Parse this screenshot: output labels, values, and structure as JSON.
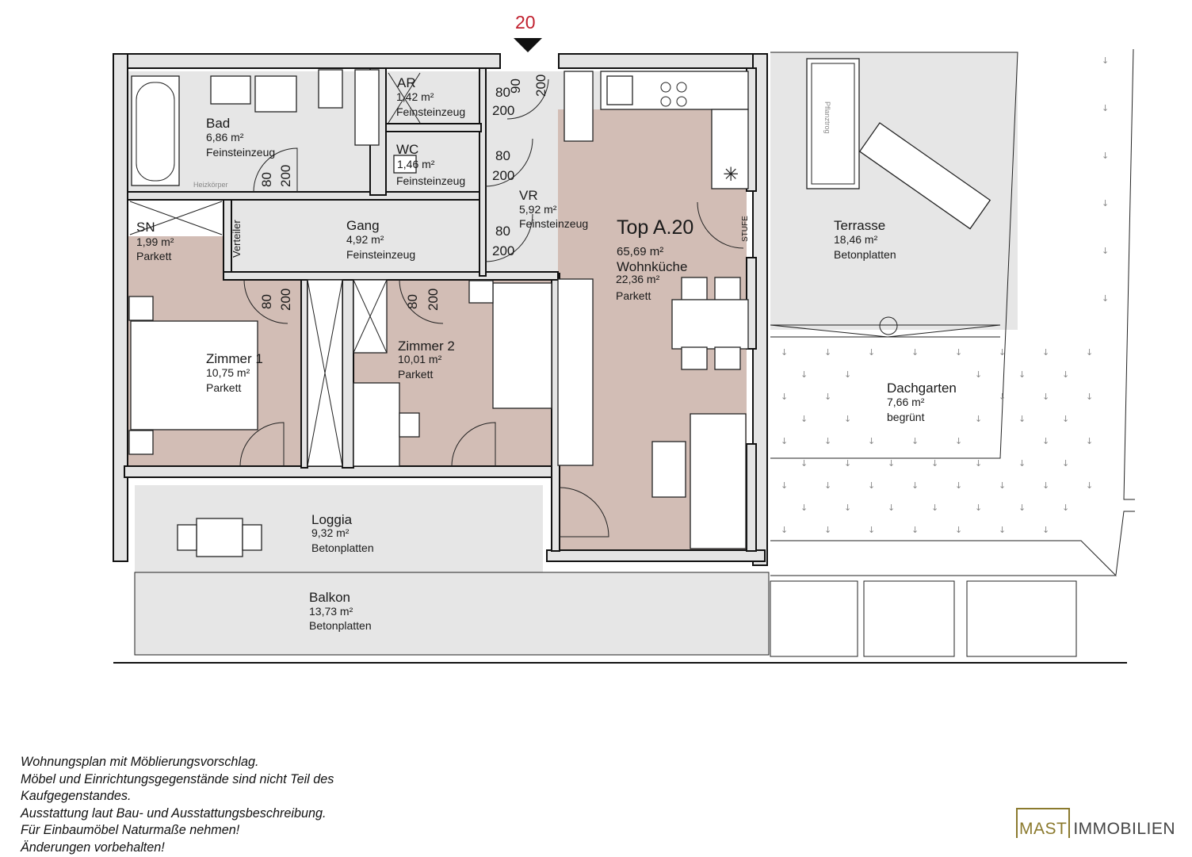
{
  "marker": {
    "number": "20",
    "color": "#c0202e"
  },
  "unit": {
    "title": "Top A.20",
    "total_area": "65,69 m²"
  },
  "rooms": {
    "bad": {
      "name": "Bad",
      "area": "6,86 m²",
      "material": "Feinsteinzeug"
    },
    "ar": {
      "name": "AR",
      "area": "1,42 m²",
      "material": "Feinsteinzeug"
    },
    "wc": {
      "name": "WC",
      "area": "1,46 m²",
      "material": "Feinsteinzeug"
    },
    "vr": {
      "name": "VR",
      "area": "5,92 m²",
      "material": "Feinsteinzeug"
    },
    "sn": {
      "name": "SN",
      "area": "1,99 m²",
      "material": "Parkett"
    },
    "gang": {
      "name": "Gang",
      "area": "4,92 m²",
      "material": "Feinsteinzeug"
    },
    "wohnkueche": {
      "name": "Wohnküche",
      "area": "22,36 m²",
      "material": "Parkett"
    },
    "zimmer1": {
      "name": "Zimmer 1",
      "area": "10,75 m²",
      "material": "Parkett"
    },
    "zimmer2": {
      "name": "Zimmer 2",
      "area": "10,01 m²",
      "material": "Parkett"
    },
    "loggia": {
      "name": "Loggia",
      "area": "9,32 m²",
      "material": "Betonplatten"
    },
    "balkon": {
      "name": "Balkon",
      "area": "13,73 m²",
      "material": "Betonplatten"
    },
    "terrasse": {
      "name": "Terrasse",
      "area": "18,46 m²",
      "material": "Betonplatten"
    },
    "dachgarten": {
      "name": "Dachgarten",
      "area": "7,66 m²",
      "material": "begrünt"
    }
  },
  "labels": {
    "heizkoerper": "Heizkörper",
    "verteiler": "Verteiler",
    "stufe": "STUFE",
    "pflanztrog": "Pflanztrog"
  },
  "doors": {
    "entry": {
      "w": "80",
      "w2": "90",
      "h": "200",
      "h2": "200"
    },
    "bad": {
      "w": "80",
      "h": "200"
    },
    "wc": {
      "w": "80",
      "h": "200"
    },
    "vr": {
      "w": "80",
      "h": "200"
    },
    "zimmer1": {
      "w": "80",
      "h": "200"
    },
    "zimmer2": {
      "w": "80",
      "h": "200"
    }
  },
  "notes": [
    "Wohnungsplan mit Möblierungsvorschlag.",
    "Möbel und Einrichtungsgegenstände sind nicht Teil des",
    "Kaufgegenstandes.",
    "Ausstattung laut Bau- und Ausstattungsbeschreibung.",
    "Für Einbaumöbel Naturmaße nehmen!",
    "Änderungen vorbehalten!"
  ],
  "logo": {
    "brand": "MAST",
    "suffix": "IMMOBILIEN",
    "brand_color": "#8b7a2e"
  }
}
